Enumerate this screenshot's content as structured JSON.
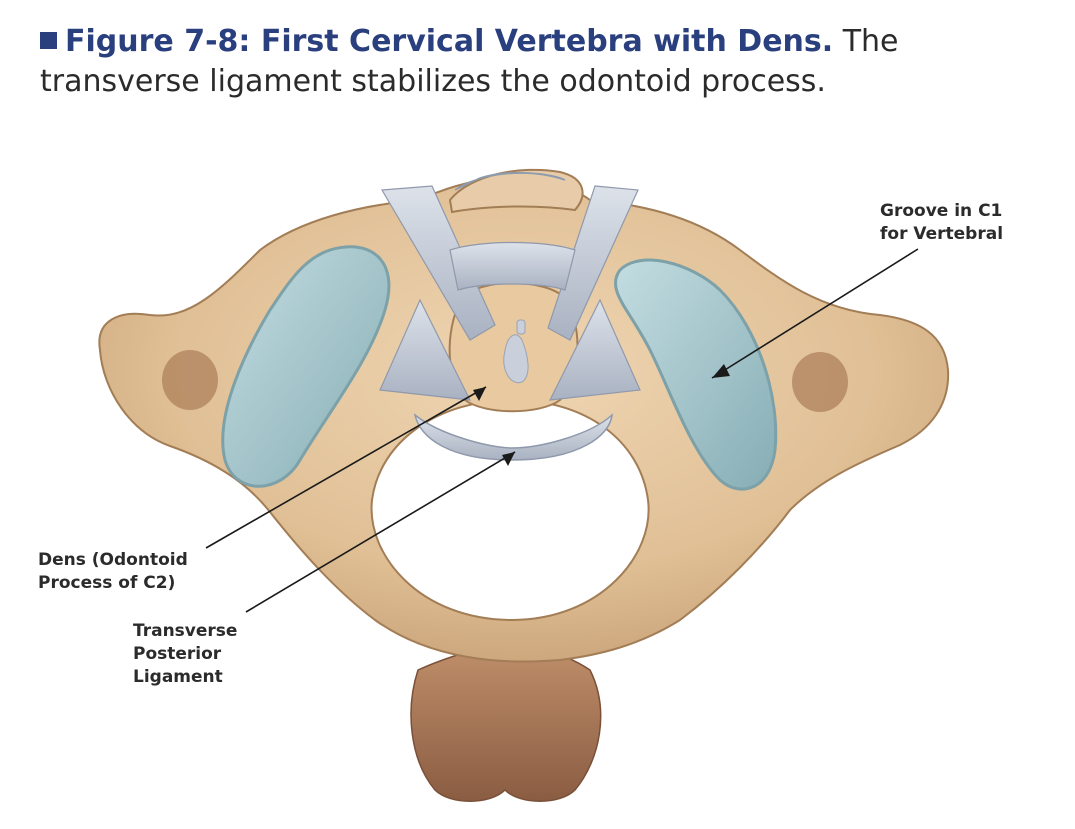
{
  "caption": {
    "figure_label": "Figure 7-8: First Cervical Vertebra with Dens.",
    "description": " The transverse ligament stabilizes the odontoid process.",
    "accent_color": "#2a3f7e"
  },
  "labels": {
    "groove": {
      "line1": "Groove in C1",
      "line2": "for Vertebral"
    },
    "dens": {
      "line1": "Dens (Odontoid",
      "line2": "Process of C2)"
    },
    "transverse": {
      "line1": "Transverse",
      "line2": "Posterior",
      "line3": "Ligament"
    }
  },
  "colors": {
    "bone": "#e3c39b",
    "bone_dark": "#b08a62",
    "cartilage": "#a9c9cf",
    "ligament": "#c9d0dc",
    "spinous": "#a47456",
    "leader": "#1a1a1a"
  }
}
